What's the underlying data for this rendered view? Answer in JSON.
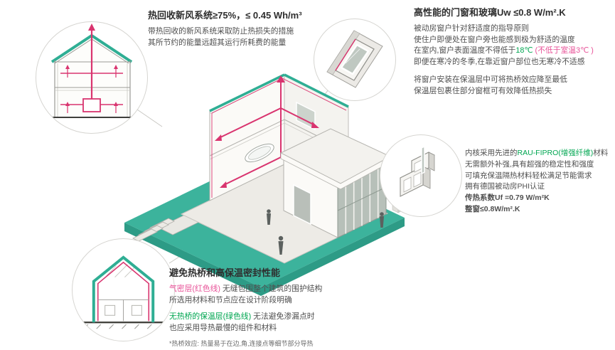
{
  "colors": {
    "teal_accent": "#2fae94",
    "green_text": "#00a651",
    "pink_text": "#e85298",
    "red_duct_line": "#d9346f",
    "title_text": "#2e2e2e",
    "body_text": "#4f4f4f"
  },
  "hrv": {
    "title": "热回收新风系统≥75%，≤ 0.45 Wh/m³",
    "line1": "带热回收的新风系统采取防止热损失的措施",
    "line2": "其所节约的能量远超其运行所耗费的能量"
  },
  "windows": {
    "title": "高性能的门窗和玻璃Uw ≤0.8 W/m².K",
    "p1l1": "被动房窗户针对舒适度的指导原则",
    "p1l2": "使住户即便处在窗户旁也能感到极为舒适的温度",
    "p1l3a": "在室内,窗户表面温度不得低于",
    "p1l3b": "18℃",
    "p1l3c": " (不低于室温3℃ )",
    "p1l4": "即便在寒冷的冬季,在靠近窗户部位也无寒冷不适感",
    "p2l1": "将窗户安装在保温层中可将热桥效应降至最低",
    "p2l2": "保温层包裹住部分窗框可有效降低热损失"
  },
  "profile": {
    "l1a": "内核采用先进的",
    "l1b": "RAU-FIPRO(增强纤维)",
    "l1c": "材料",
    "l2": "无需额外补强,具有超强的稳定性和强度",
    "l3": "可填充保温隔热材料轻松满足节能需求",
    "l4": "拥有德国被动房PHI认证",
    "l5": "传热系数Uf =0.79 W/m²K",
    "l6": "整窗≤0.8W/m².K"
  },
  "thermal": {
    "title": "避免热桥和高保温密封性能",
    "l1a": "气密层(红色线)",
    "l1b": " 无缝包围整个建筑的围护结构",
    "l2": "所选用材料和节点应在设计阶段明确",
    "l3a": "无热桥的保温层(绿色线)",
    "l3b": " 无法避免渗漏点时",
    "l4": "也应采用导热最慢的组件和材料",
    "footnote": "*热桥效应: 热量易于在边,角,连接点等细节部分导热"
  }
}
